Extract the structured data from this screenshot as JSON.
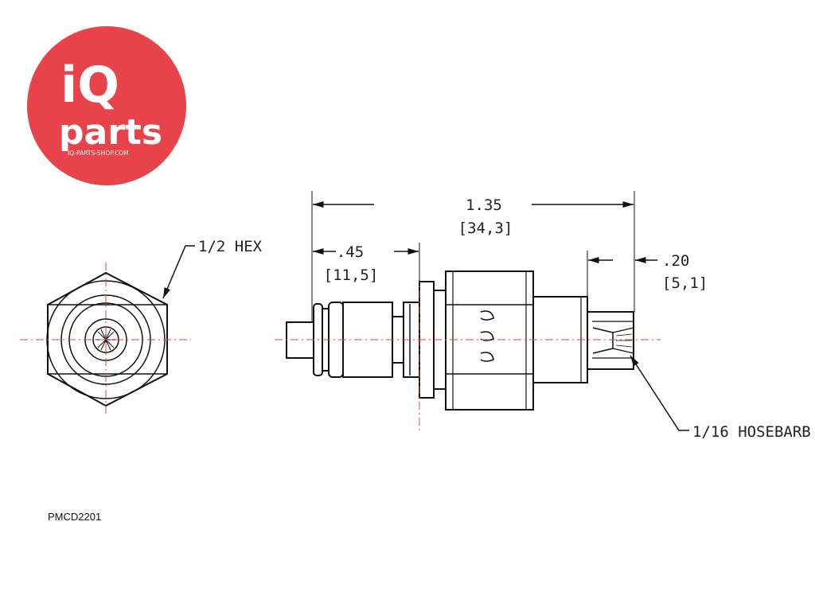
{
  "brand": {
    "line1": "iQ",
    "line2": "parts",
    "url": "IQ-PARTS-SHOP.COM",
    "color": "#e8424b"
  },
  "dimensions": {
    "overall": {
      "inch": "1.35",
      "mm": "[34,3]"
    },
    "plug": {
      "inch": ".45",
      "mm": "[11,5]"
    },
    "barb": {
      "inch": ".20",
      "mm": "[5,1]"
    }
  },
  "callouts": {
    "hex": "1/2 HEX",
    "hosebarb": "1/16 HOSEBARB"
  },
  "part_number": "PMCD2201",
  "colors": {
    "centerline": "#e04040",
    "line": "#111111"
  }
}
